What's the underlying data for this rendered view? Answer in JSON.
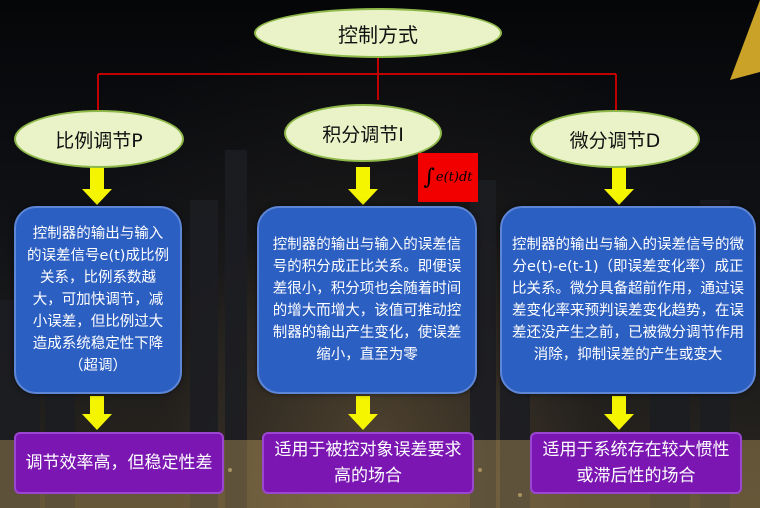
{
  "root": {
    "label": "控制方式"
  },
  "columns": [
    {
      "title": "比例调节P",
      "description": "控制器的输出与输入的误差信号e(t)成比例关系，比例系数越大，可加快调节，减小误差，但比例过大造成系统稳定性下降（超调）",
      "result": "调节效率高，但稳定性差"
    },
    {
      "title": "积分调节I",
      "description": "控制器的输出与输入的误差信号的积分成正比关系。即便误差很小，积分项也会随着时间的增大而增大，该值可推动控制器的输出产生变化，使误差缩小，直至为零",
      "result": "适用于被控对象误差要求高的场合"
    },
    {
      "title": "微分调节D",
      "description": "控制器的输出与输入的误差信号的微分e(t)-e(t-1)（即误差变化率）成正比关系。微分具备超前作用，通过误差变化率来预判误差变化趋势，在误差还没产生之前，已被微分调节作用消除，抑制误差的产生或变大",
      "result": "适用于系统存在较大惯性或滞后性的场合"
    }
  ],
  "formula": {
    "label": "e(t)dt"
  },
  "colors": {
    "ellipse_fill": "#e9f3c7",
    "ellipse_border": "#8fb84a",
    "connector": "#c00000",
    "arrow": "#f5f500",
    "blue_box": "#2c5fc2",
    "purple_box": "#7b16b3",
    "formula_bg": "#f20000"
  }
}
